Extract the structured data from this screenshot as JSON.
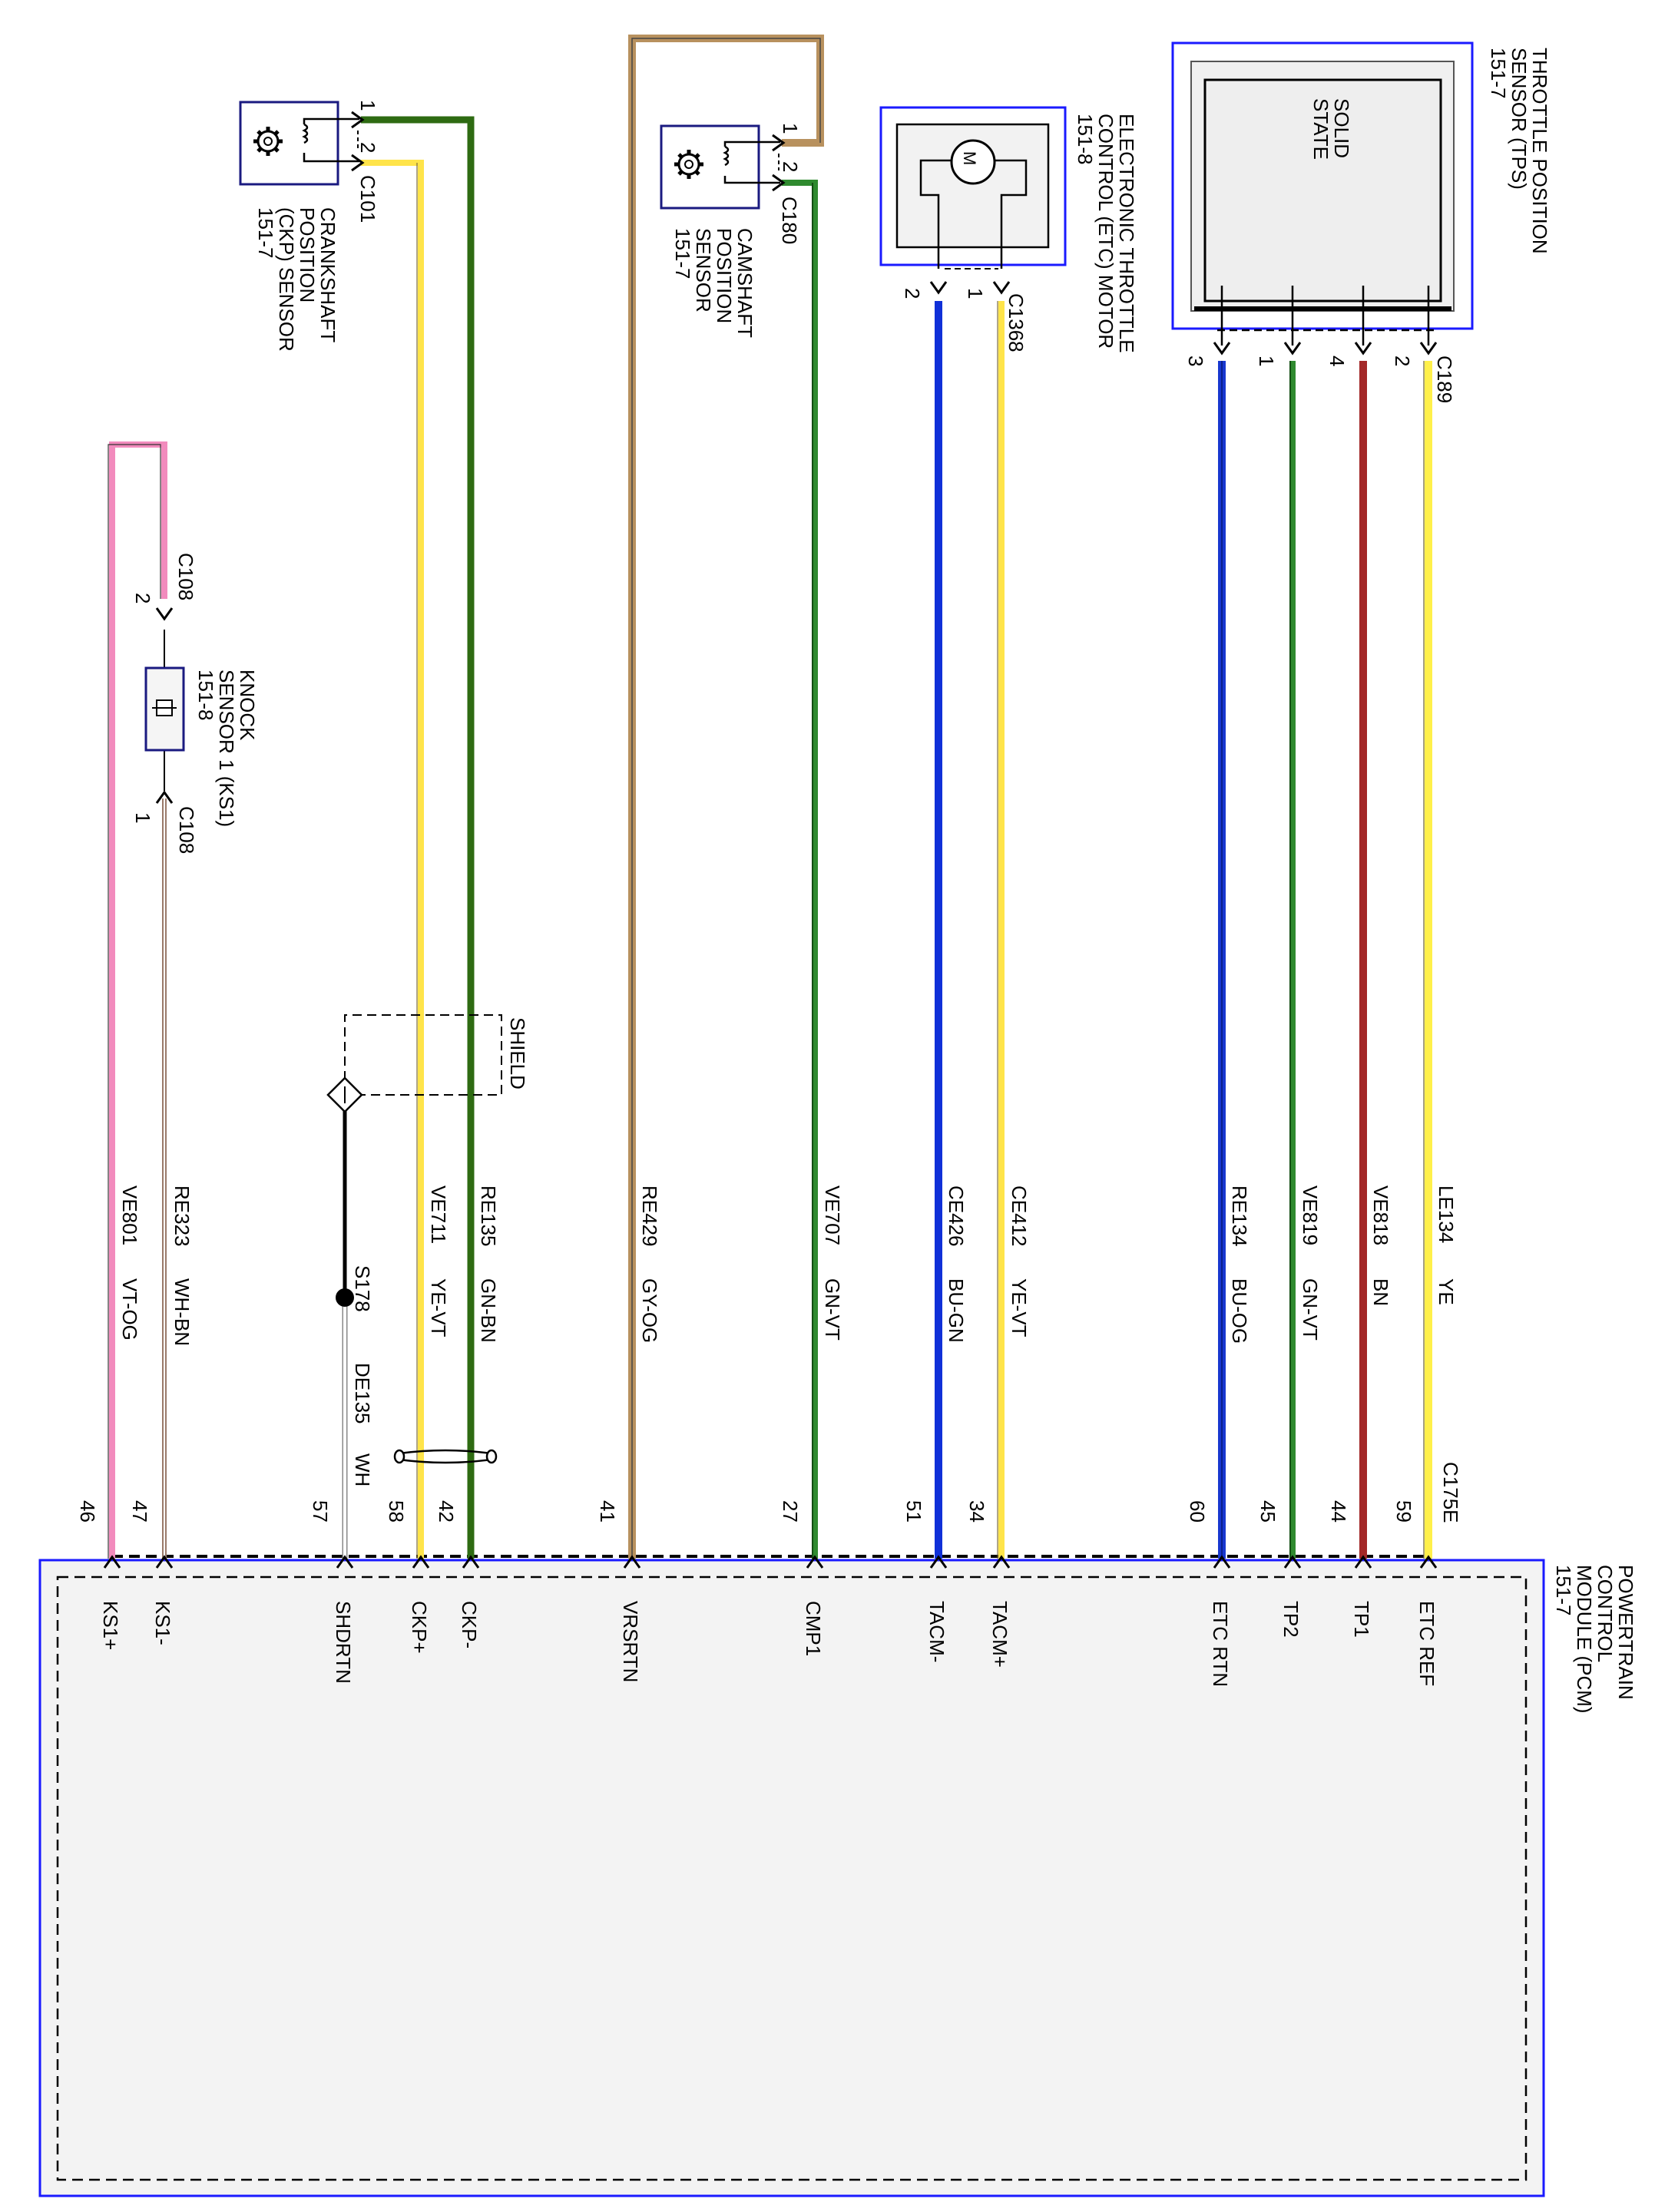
{
  "colors": {
    "border_blue": "#1a1aff",
    "navy": "#1a1a80",
    "GN-BN": "#2e6b12",
    "YE-VT": "#ffe44a",
    "VT-OG": "#f28bbd",
    "WH-BN": "#9a7a6a",
    "GY-OG": "#b8915e",
    "GN-VT": "#2f8a2f",
    "BU-GN": "#1030d8",
    "BU-OG": "#1838d0",
    "BN": "#a32828",
    "YE": "#fff04a",
    "WH": "#cccccc"
  },
  "components": {
    "pcm": "POWERTRAIN\nCONTROL\nMODULE (PCM)\n151-7",
    "tps": "THROTTLE POSITION\nSENSOR (TPS)\n151-7",
    "tps_inner": "SOLID\nSTATE",
    "etc": "ELECTRONIC THROTTLE\nCONTROL (ETC) MOTOR\n151-8",
    "etc_icon": "M",
    "cmp": "CAMSHAFT\nPOSITION\nSENSOR\n151-7",
    "ckp": "CRANKSHAFT\nPOSITION\n(CKP) SENSOR\n151-7",
    "knock": "KNOCK\nSENSOR 1 (KS1)\n151-8",
    "shield": "SHIELD",
    "splice": "S178"
  },
  "connectors": {
    "pcm": "C175E",
    "tps": "C189",
    "etc": "C1368",
    "cmp": "C180",
    "ckp": "C101",
    "knock_top": "C108",
    "knock_bottom": "C108"
  },
  "pins": {
    "tps": [
      "3",
      "1",
      "4",
      "2"
    ],
    "etc": [
      "2",
      "1"
    ],
    "cmp": [
      "1",
      "2"
    ],
    "ckp": [
      "1",
      "2"
    ],
    "knock": [
      "2",
      "1"
    ]
  },
  "pcm_pins": [
    {
      "pin": "46",
      "signal": "KS1+"
    },
    {
      "pin": "47",
      "signal": "KS1-"
    },
    {
      "pin": "57",
      "signal": "SHDRTN"
    },
    {
      "pin": "58",
      "signal": "CKP+"
    },
    {
      "pin": "42",
      "signal": "CKP-"
    },
    {
      "pin": "41",
      "signal": "VRSRTN"
    },
    {
      "pin": "27",
      "signal": "CMP1"
    },
    {
      "pin": "51",
      "signal": "TACM-"
    },
    {
      "pin": "34",
      "signal": "TACM+"
    },
    {
      "pin": "60",
      "signal": "ETC RTN"
    },
    {
      "pin": "45",
      "signal": "TP2"
    },
    {
      "pin": "44",
      "signal": "TP1"
    },
    {
      "pin": "59",
      "signal": "ETC REF"
    }
  ],
  "wires": [
    {
      "circuit": "VE801",
      "color": "VT-OG"
    },
    {
      "circuit": "RE323",
      "color": "WH-BN"
    },
    {
      "circuit": "DE135",
      "color": "WH"
    },
    {
      "circuit": "VE711",
      "color": "YE-VT"
    },
    {
      "circuit": "RE135",
      "color": "GN-BN"
    },
    {
      "circuit": "RE429",
      "color": "GY-OG"
    },
    {
      "circuit": "VE707",
      "color": "GN-VT"
    },
    {
      "circuit": "CE426",
      "color": "BU-GN"
    },
    {
      "circuit": "CE412",
      "color": "YE-VT"
    },
    {
      "circuit": "RE134",
      "color": "BU-OG"
    },
    {
      "circuit": "VE819",
      "color": "GN-VT"
    },
    {
      "circuit": "VE818",
      "color": "BN"
    },
    {
      "circuit": "LE134",
      "color": "YE"
    }
  ]
}
